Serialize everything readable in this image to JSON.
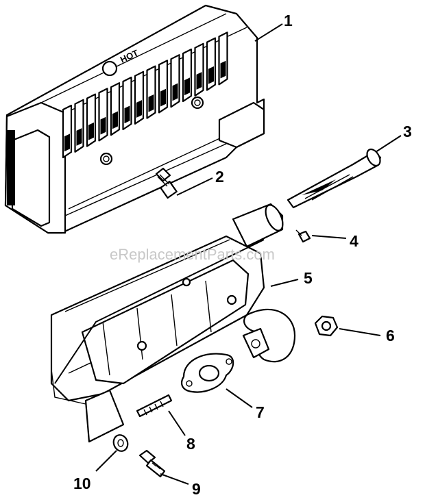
{
  "diagram": {
    "watermark": "eReplacementParts.com",
    "cover_logo_text": "HOT",
    "callouts": [
      "1",
      "2",
      "3",
      "4",
      "5",
      "6",
      "7",
      "8",
      "9",
      "10"
    ],
    "parts": [
      {
        "id": "1",
        "icon": "heat-shield-cover-icon"
      },
      {
        "id": "2",
        "icon": "hex-bolt-icon"
      },
      {
        "id": "3",
        "icon": "spark-arrestor-screen-icon"
      },
      {
        "id": "4",
        "icon": "small-screw-icon"
      },
      {
        "id": "5",
        "icon": "muffler-icon"
      },
      {
        "id": "6",
        "icon": "hex-nut-icon"
      },
      {
        "id": "7",
        "icon": "exhaust-gasket-icon"
      },
      {
        "id": "8",
        "icon": "stud-icon"
      },
      {
        "id": "9",
        "icon": "hex-bolt-icon"
      },
      {
        "id": "10",
        "icon": "washer-nut-icon"
      }
    ]
  }
}
